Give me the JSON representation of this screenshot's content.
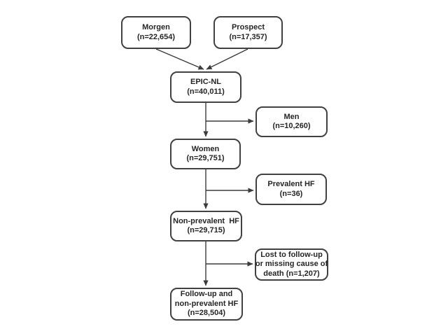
{
  "diagram": {
    "type": "flowchart",
    "nodes": {
      "morgen": {
        "lines": [
          "Morgen",
          "(n=22,654)"
        ]
      },
      "prospect": {
        "lines": [
          "Prospect",
          "(n=17,357)"
        ]
      },
      "epic_nl": {
        "lines": [
          "EPIC-NL",
          "(n=40,011)"
        ]
      },
      "men": {
        "lines": [
          "Men",
          "(n=10,260)"
        ]
      },
      "women": {
        "lines": [
          "Women",
          "(n=29,751)"
        ]
      },
      "prevalent_hf": {
        "lines": [
          "Prevalent HF",
          "(n=36)"
        ]
      },
      "non_prevalent_hf": {
        "lines": [
          "Non-prevalent  HF",
          "(n=29,715)"
        ]
      },
      "lost_to_followup": {
        "lines": [
          "Lost to follow-up",
          "or missing cause of",
          "death (n=1,207)"
        ]
      },
      "followup_non_prevalent_hf": {
        "lines": [
          "Follow-up and",
          "non-prevalent HF",
          "(n=28,504)"
        ]
      }
    },
    "edges": [
      {
        "from": "morgen",
        "to": "epic_nl"
      },
      {
        "from": "prospect",
        "to": "epic_nl"
      },
      {
        "from": "epic_nl",
        "to": "men"
      },
      {
        "from": "epic_nl",
        "to": "women"
      },
      {
        "from": "women",
        "to": "prevalent_hf"
      },
      {
        "from": "women",
        "to": "non_prevalent_hf"
      },
      {
        "from": "non_prevalent_hf",
        "to": "lost_to_followup"
      },
      {
        "from": "non_prevalent_hf",
        "to": "followup_non_prevalent_hf"
      }
    ],
    "colors": {
      "background": "#ffffff",
      "box_border": "#414141",
      "arrow": "#3c3c3c",
      "text": "#252525"
    }
  }
}
